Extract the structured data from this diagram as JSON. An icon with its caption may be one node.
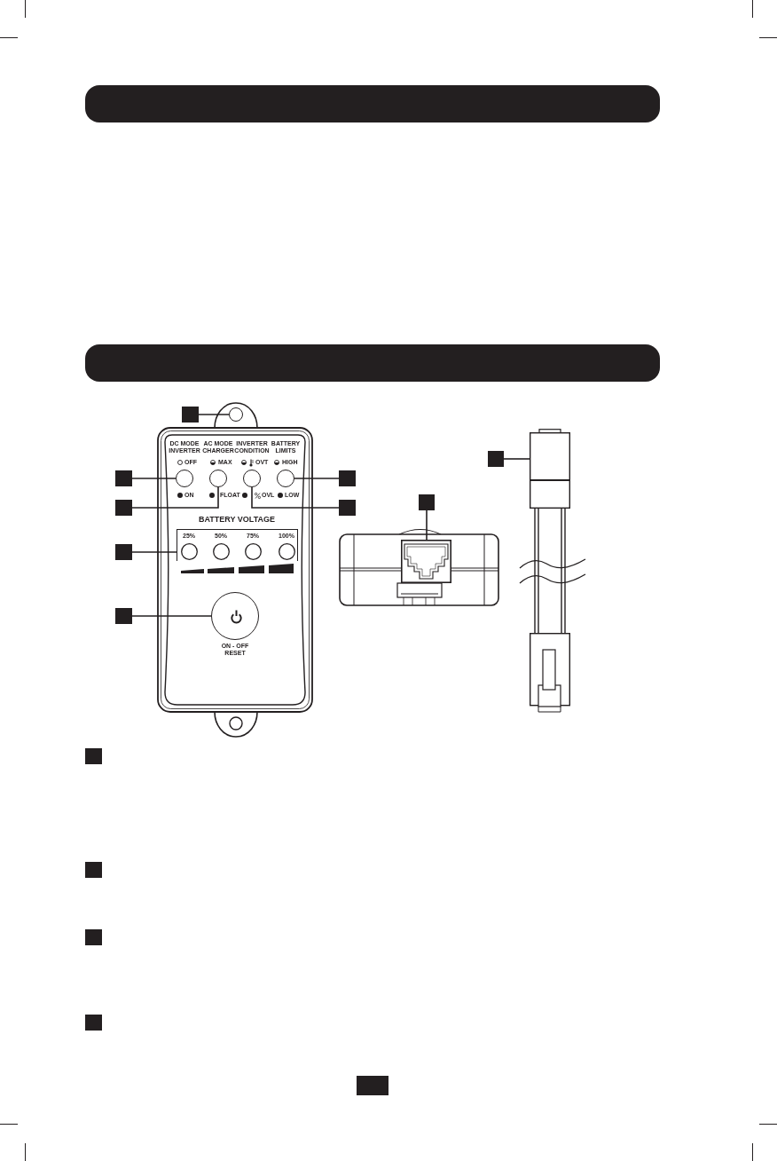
{
  "diagram": {
    "nodes": [
      {
        "text": [],
        "shape": "bar"
      },
      {
        "text": [],
        "shape": "bar"
      },
      {
        "text": [],
        "shape": "box"
      },
      {
        "text": [],
        "shape": "circle"
      },
      {
        "text": [],
        "shape": "box"
      },
      {
        "text": [],
        "shape": "picture"
      },
      {
        "text": [],
        "shape": "box"
      },
      {
        "text": [],
        "shape": "circle"
      },
      {
        "text": [],
        "shape": "circle"
      },
      {
        "text": [],
        "shape": "circle"
      },
      {
        "text": [],
        "shape": "circle"
      },
      {
        "text": [],
        "shape": "box"
      },
      {
        "text": [],
        "shape": "box"
      },
      {
        "text": [],
        "shape": "box"
      },
      {
        "text": [],
        "shape": "box"
      },
      {
        "text": [
          "25%",
          "50%",
          "75%",
          "100%"
        ],
        "beside": [
          "BATTERY VOLTAGE"
        ]
      },
      {
        "text": [],
        "shape": "picture"
      },
      {
        "text": [],
        "shape": "box"
      },
      {
        "text": [],
        "shape": "box"
      },
      {
        "text": [],
        "shape": "circle",
        "beside": [
          "ON - OFF RESET"
        ]
      },
      {
        "text": [],
        "shape": "picture"
      }
    ],
    "edges": [
      {
        "from": 2,
        "to": 3,
        "arrow": "none"
      },
      {
        "from": 4,
        "to": 5,
        "arrow": "none"
      },
      {
        "from": 6,
        "to": 7,
        "arrow": "none"
      },
      {
        "from": 11,
        "to": 10,
        "arrow": "none"
      },
      {
        "from": 12,
        "to": 8,
        "arrow": "none"
      },
      {
        "from": 13,
        "to": 9,
        "arrow": "none"
      },
      {
        "from": 14,
        "to": 16,
        "arrow": "none"
      },
      {
        "from": 17,
        "to": 15,
        "arrow": "none"
      },
      {
        "from": 18,
        "to": 19,
        "arrow": "none"
      }
    ],
    "labels": [
      "DC MODE INVERTER",
      "AC MODE CHARGER",
      "INVERTER CONDITION",
      "BATTERY LIMITS",
      "OFF",
      "MAX",
      "OVT",
      "HIGH",
      "ON",
      "FLOAT",
      "OVL",
      "LOW"
    ]
  }
}
